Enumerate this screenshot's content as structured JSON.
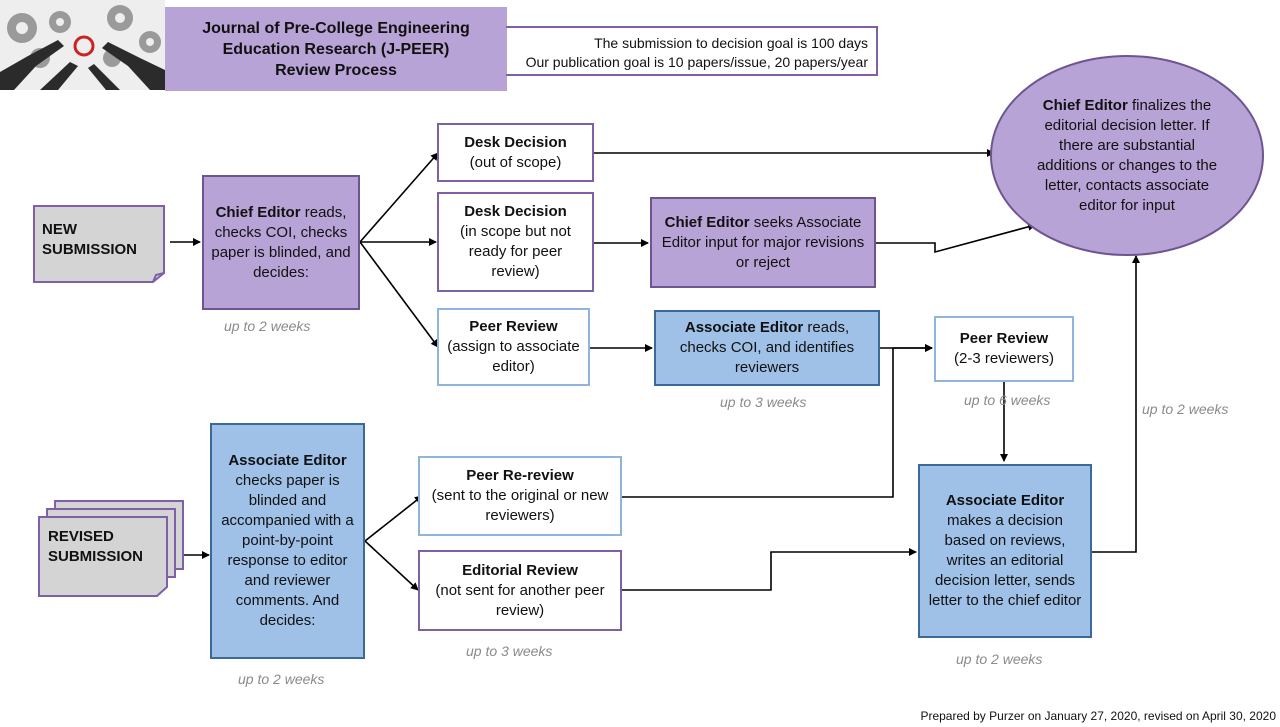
{
  "header": {
    "title": "Journal of Pre-College Engineering Education Research (J-PEER) Review Process",
    "goal_lines": [
      "The submission to decision goal is 100 days",
      "Our publication goal is 10 papers/issue, 20 papers/year"
    ]
  },
  "nodes": {
    "new_submission": "NEW SUBMISSION",
    "revised_submission": "REVISED SUBMISSION",
    "chief_editor_reads": {
      "bold": "Chief Editor",
      "text": "reads, checks COI, checks paper is blinded, and decides:"
    },
    "desk_out": {
      "bold": "Desk Decision",
      "text": "(out of scope)"
    },
    "desk_in": {
      "bold": "Desk Decision",
      "text": "(in scope but not ready for peer review)"
    },
    "peer_review_assign": {
      "bold": "Peer Review",
      "text": "(assign to associate editor)"
    },
    "chief_editor_seeks": {
      "bold": "Chief Editor",
      "text": "seeks Associate Editor input for major revisions or reject"
    },
    "assoc_reads": {
      "bold": "Associate Editor",
      "text": "reads, checks COI, and identifies reviewers"
    },
    "peer_review_2_3": {
      "bold": "Peer Review",
      "text": "(2-3 reviewers)"
    },
    "chief_final": {
      "bold": "Chief Editor",
      "text": "finalizes the editorial decision letter. If there are substantial additions or changes to the letter, contacts associate editor for input"
    },
    "assoc_checks": {
      "bold": "Associate Editor",
      "text": "checks paper is blinded and accompanied with a point-by-point response to editor and reviewer comments. And decides:"
    },
    "peer_rereview": {
      "bold": "Peer Re-review",
      "text": "(sent to the original or new reviewers)"
    },
    "editorial_review": {
      "bold": "Editorial Review",
      "text": "(not sent for another peer review)"
    },
    "assoc_decision": {
      "bold": "Associate Editor",
      "text": "makes a decision based on reviews, writes an editorial decision letter, sends letter to the chief editor"
    }
  },
  "durations": {
    "chief_2w": "up to 2 weeks",
    "assoc_3w": "up to 3 weeks",
    "peer_6w": "up to 6 weeks",
    "final_2w": "up to 2 weeks",
    "revised_2w": "up to 2 weeks",
    "editorial_3w": "up to 3 weeks",
    "decision_2w": "up to 2 weeks"
  },
  "footer": "Prepared by Purzer on January 27, 2020, revised on April 30, 2020"
}
